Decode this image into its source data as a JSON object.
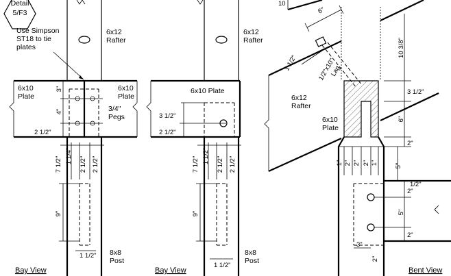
{
  "detail": {
    "line1": "Detail",
    "line2": "5/F3"
  },
  "note": {
    "line1": "Use Simpson",
    "line2": "ST18 to tie",
    "line3": "plates"
  },
  "views": {
    "bay1": "Bay View",
    "bay2": "Bay View",
    "bent": "Bent View"
  },
  "members": {
    "rafter": "6x12",
    "rafter_word": "Rafter",
    "plate": "6x10",
    "plate_word": "Plate",
    "plate_full": "6x10 Plate",
    "post": "8x8",
    "post_word": "Post",
    "pegs_size": "3/4\"",
    "pegs_word": "Pegs",
    "lag": "1/2\"x10\"",
    "lag_word": "Lag"
  },
  "dims": {
    "d3": "3\"",
    "d4": "4\"",
    "d2_5": "2 1/2\"",
    "d3_5": "3 1/2\"",
    "d7_5": "7 1/2\"",
    "d1_25": "1 1/4\"",
    "d1_5": "1 1/2\"",
    "d9": "9\"",
    "d1": "1\"",
    "d2": "2\"",
    "d10": "10",
    "d6": "6\"",
    "d10_375": "10 3/8\"",
    "d5": "5\"",
    "dhalf": "1/2\""
  }
}
